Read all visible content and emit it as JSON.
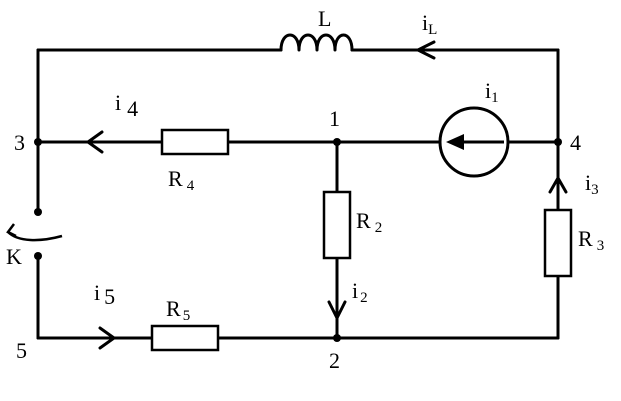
{
  "nodes": {
    "n1": "1",
    "n2": "2",
    "n3": "3",
    "n4": "4",
    "n5": "5"
  },
  "inductor": {
    "main": "L"
  },
  "currents": {
    "iL": {
      "main": "i",
      "sub": "L"
    },
    "i1": {
      "main": "i",
      "sub": "1"
    },
    "i2": {
      "main": "i",
      "sub": "2"
    },
    "i3": {
      "main": "i",
      "sub": "3"
    },
    "i4": {
      "main": "i",
      "sub": "4"
    },
    "i5": {
      "main": "i",
      "sub": "5"
    }
  },
  "resistors": {
    "R2": {
      "main": "R",
      "sub": "2"
    },
    "R3": {
      "main": "R",
      "sub": "3"
    },
    "R4": {
      "main": "R",
      "sub": "4"
    },
    "R5": {
      "main": "R",
      "sub": "5"
    }
  },
  "switch": {
    "label": "K"
  }
}
